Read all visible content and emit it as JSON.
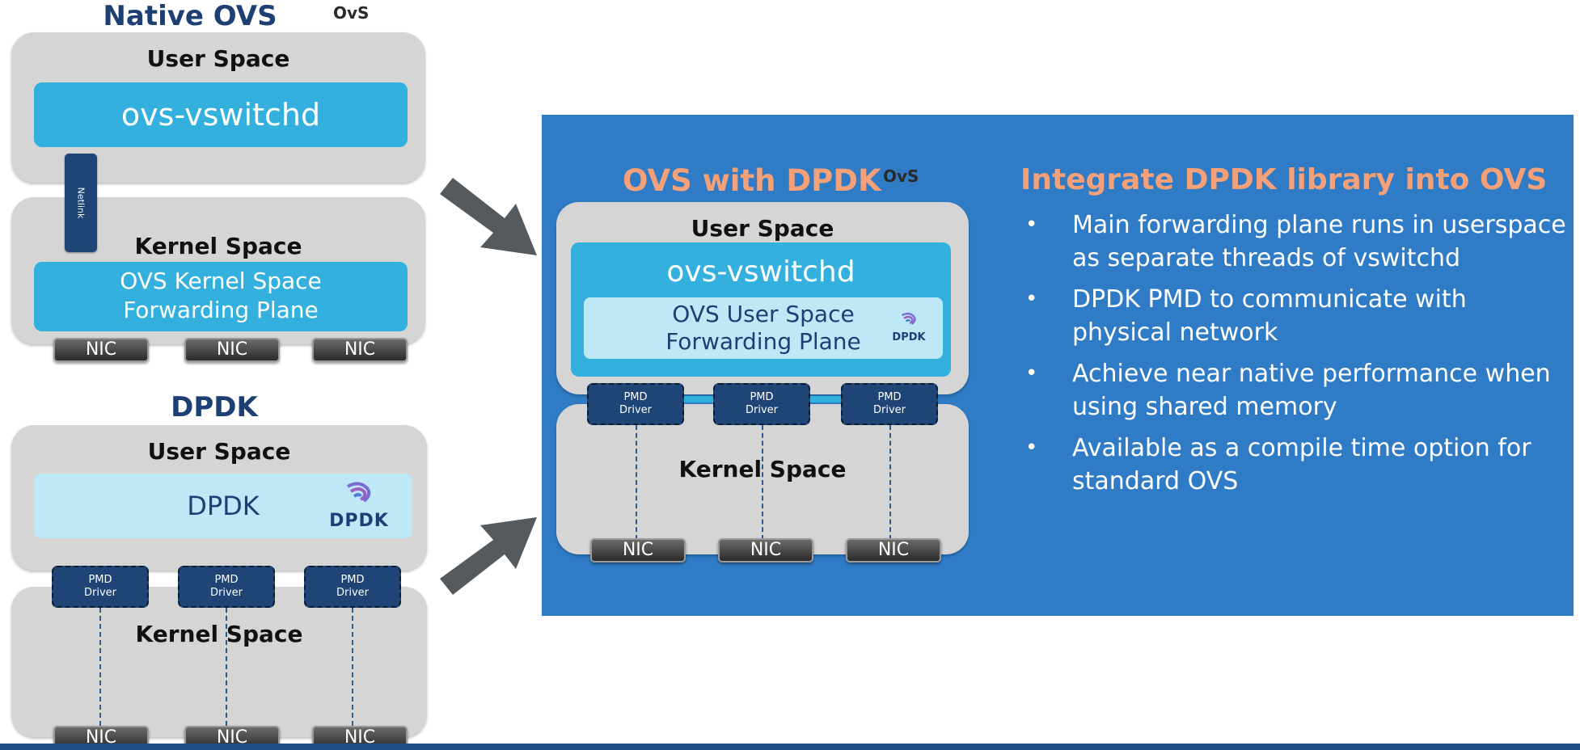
{
  "native_ovs": {
    "title": "Native OVS",
    "user_space_label": "User Space",
    "vswitchd_label": "ovs-vswitchd",
    "netlink_label": "Netlink",
    "kernel_space_label": "Kernel Space",
    "forwarding_line1": "OVS Kernel Space",
    "forwarding_line2": "Forwarding Plane",
    "nics": [
      "NIC",
      "NIC",
      "NIC"
    ],
    "logo": "OvS"
  },
  "dpdk": {
    "title": "DPDK",
    "user_space_label": "User Space",
    "dpdk_box_label": "DPDK",
    "logo_text": "DPDK",
    "pmd_line1": "PMD",
    "pmd_line2": "Driver",
    "kernel_space_label": "Kernel Space",
    "nics": [
      "NIC",
      "NIC",
      "NIC"
    ]
  },
  "ovs_dpdk": {
    "title": "OVS with DPDK",
    "logo": "OvS",
    "user_space_label": "User Space",
    "vswitchd_label": "ovs-vswitchd",
    "forwarding_line1": "OVS User Space",
    "forwarding_line2": "Forwarding Plane",
    "logo_text": "DPDK",
    "pmd_line1": "PMD",
    "pmd_line2": "Driver",
    "kernel_space_label": "Kernel Space",
    "nics": [
      "NIC",
      "NIC",
      "NIC"
    ]
  },
  "summary": {
    "heading": "Integrate DPDK library into OVS",
    "bullets": [
      "Main forwarding plane runs in userspace as separate threads of vswitchd",
      "DPDK PMD to communicate with physical network",
      "Achieve near native performance when using shared memory",
      "Available as a compile time option for standard OVS"
    ]
  },
  "colors": {
    "panel_blue": "#2f7bc5",
    "title_navy": "#1e3f73",
    "heading_orange": "#f4a078",
    "cyan": "#33b0dd",
    "light_cyan": "#bfe8f7"
  }
}
